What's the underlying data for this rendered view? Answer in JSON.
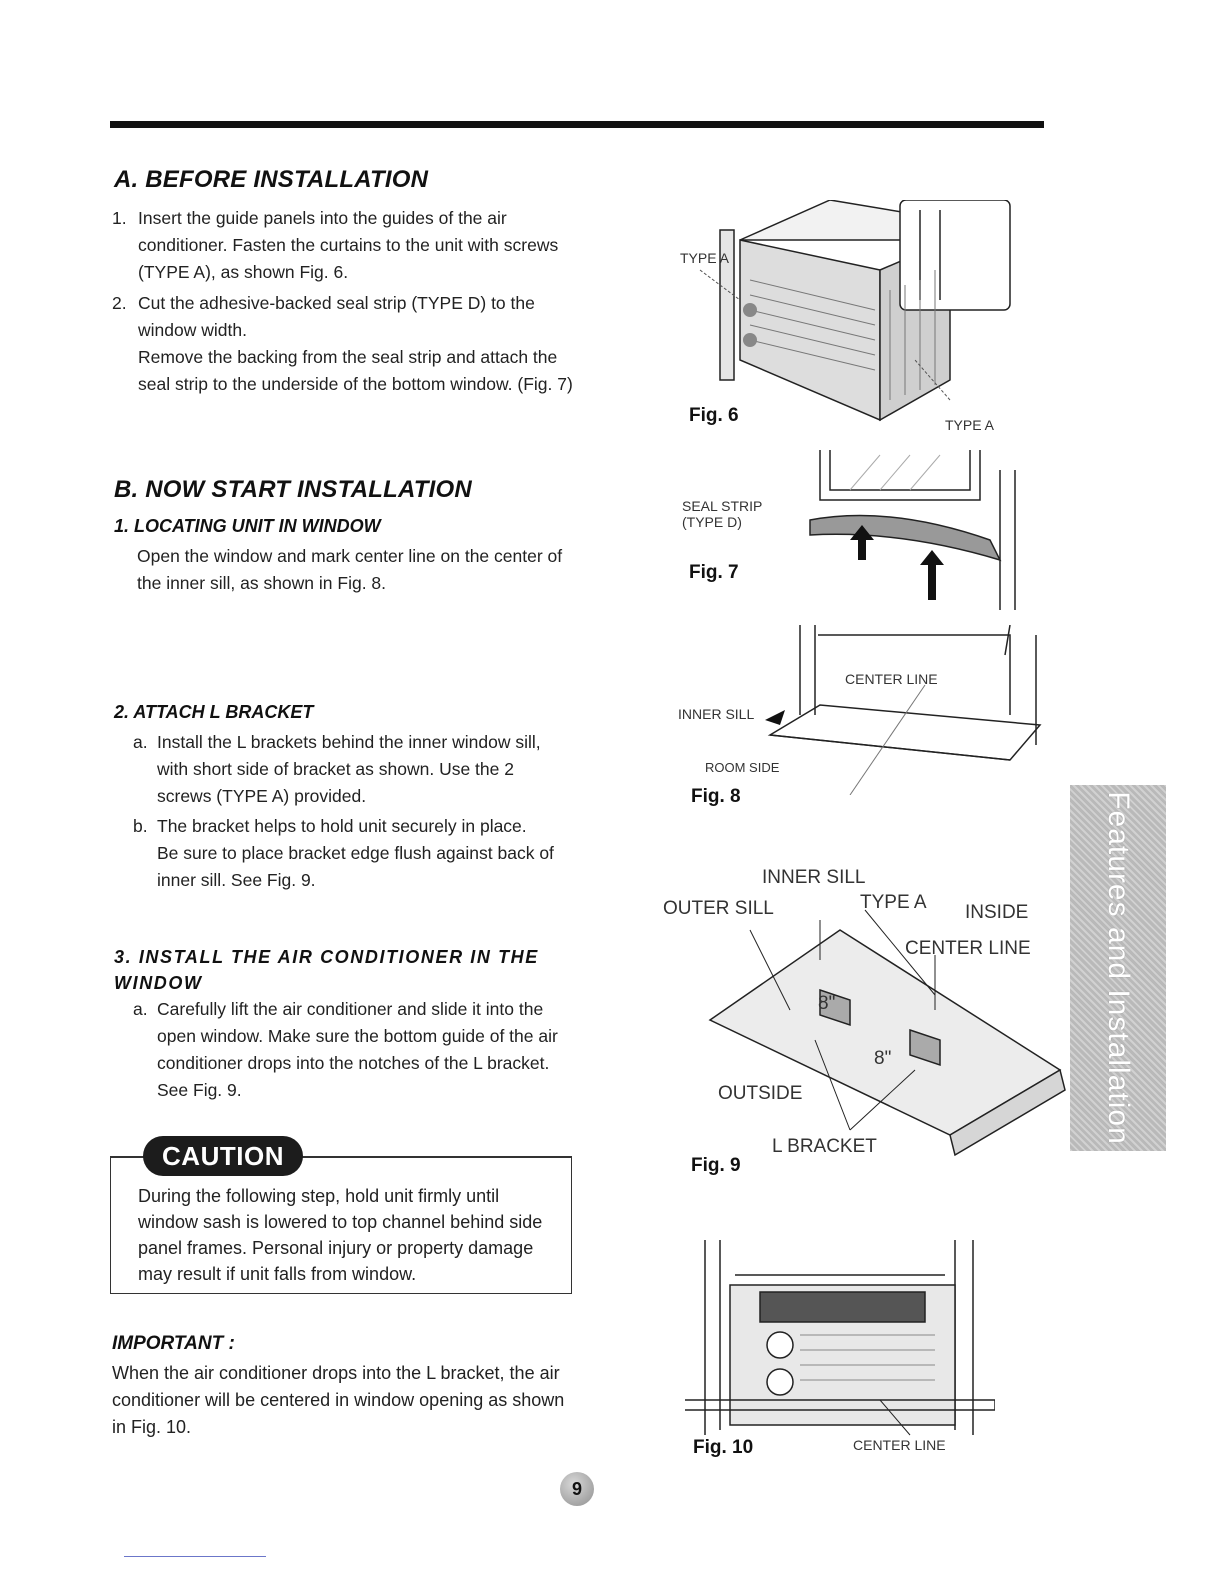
{
  "section_a": {
    "title": "A. BEFORE INSTALLATION",
    "step1": {
      "num": "1.",
      "text": "Insert the guide panels into the guides of the air conditioner. Fasten the curtains to the unit with screws (TYPE A), as shown Fig. 6."
    },
    "step2": {
      "num": "2.",
      "text": "Cut the adhesive-backed seal strip (TYPE D) to the window width.",
      "text2": "Remove the backing from the seal strip and attach the seal strip to the underside of the bottom window. (Fig. 7)"
    }
  },
  "section_b": {
    "title": "B. NOW START INSTALLATION",
    "sub1": {
      "title": "1. LOCATING UNIT IN WINDOW",
      "text": "Open the window and mark center line on the center of the inner sill, as shown in Fig. 8."
    },
    "sub2": {
      "title": "2. ATTACH L BRACKET",
      "a": {
        "num": "a.",
        "text": "Install the L brackets behind the inner window sill, with short side of bracket as shown. Use the 2 screws (TYPE A) provided."
      },
      "b": {
        "num": "b.",
        "text": "The bracket helps to hold unit securely in place.",
        "text2": "Be sure to place bracket edge flush against back of inner sill. See Fig. 9."
      }
    },
    "sub3": {
      "title": "3. INSTALL THE AIR CONDITIONER IN THE WINDOW",
      "a": {
        "num": "a.",
        "text": "Carefully lift the air conditioner and slide it into the open window. Make sure the bottom guide of the air conditioner drops into the notches of the L bracket. See Fig. 9."
      }
    }
  },
  "caution": {
    "label": "CAUTION",
    "text": "During the following step, hold unit firmly until window sash is lowered to top channel behind side panel frames. Personal injury or property damage may result if unit falls from window."
  },
  "important": {
    "title": "IMPORTANT :",
    "text": "When the air conditioner drops into the L bracket, the air conditioner will be centered in window opening as shown in Fig. 10."
  },
  "figures": {
    "fig6": {
      "label": "Fig. 6",
      "type_a_1": "TYPE A",
      "type_a_2": "TYPE A"
    },
    "fig7": {
      "label": "Fig. 7",
      "seal_strip": "SEAL STRIP",
      "type_d": "(TYPE D)"
    },
    "fig8": {
      "label": "Fig. 8",
      "center_line": "CENTER LINE",
      "inner_sill": "INNER SILL",
      "room_side": "ROOM SIDE"
    },
    "fig9": {
      "label": "Fig. 9",
      "inner_sill": "INNER SILL",
      "outer_sill": "OUTER SILL",
      "type_a": "TYPE A",
      "inside": "INSIDE",
      "center_line": "CENTER LINE",
      "dim1": "8\"",
      "dim2": "8\"",
      "outside": "OUTSIDE",
      "l_bracket": "L BRACKET"
    },
    "fig10": {
      "label": "Fig. 10",
      "center_line": "CENTER LINE"
    }
  },
  "side_tab": "Features and Installation",
  "page_number": "9"
}
